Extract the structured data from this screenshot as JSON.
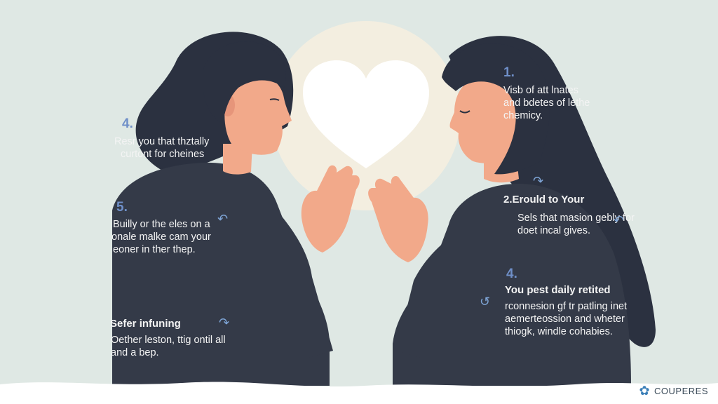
{
  "colors": {
    "background": "#dfe8e4",
    "glow": "#f3eee0",
    "heart": "#ffffff",
    "hair": "#2b3140",
    "clothing": "#343a48",
    "skin": "#f2a98a",
    "accent": "#6f8fc8"
  },
  "left_notes": [
    {
      "number": "4.",
      "lines": [
        "Resr you that thztally",
        "curtont for cheines"
      ]
    },
    {
      "number": "5.",
      "lines": [
        "Builly or the eles on a",
        "onale malke cam your",
        "eoner in ther thep."
      ]
    },
    {
      "heading": "Sefer infuning",
      "lines": [
        "Oether leston, ttig ontil all",
        "and a bep."
      ]
    }
  ],
  "right_notes": [
    {
      "number": "1.",
      "lines": [
        "Visb of att lnates",
        "and bdetes of lethe",
        "chemicy."
      ]
    },
    {
      "heading": "2.Erould to Your",
      "lines": [
        "Sels that masion gebly for",
        "doet incal gives."
      ]
    },
    {
      "number": "4.",
      "heading": "You pest daily retited",
      "lines": [
        "rconnesion gf tr patling inet",
        "aemerteossion and wheter",
        "thiogk, windle cohabies."
      ]
    }
  ],
  "brand": {
    "name": "COUPERES",
    "icon": "flower-logo-icon"
  }
}
